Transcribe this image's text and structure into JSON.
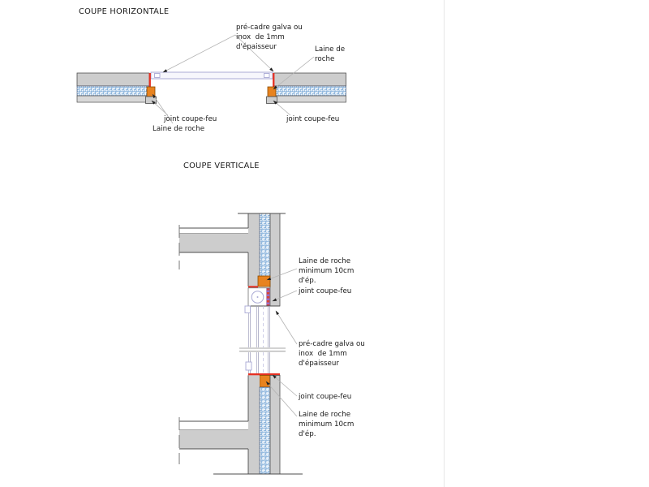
{
  "page": {
    "background": "#ffffff"
  },
  "colors": {
    "wall_gray": "#cdcdcd",
    "wall_outline": "#4d4d4d",
    "insulation_blue": "#6b9fd2",
    "rockwool_orange": "#e8831f",
    "rockwool_outline": "#8a4a00",
    "fire_joint_red": "#e63022",
    "frame_lavender": "#a9a9d4",
    "sealant_red": "#d94436",
    "sealant_purple": "#9a6bc9"
  },
  "horizontal_section": {
    "title": "COUPE HORIZONTALE",
    "labels": {
      "precadre_line1": "pré-cadre galva ou",
      "precadre_line2": "inox  de 1mm",
      "precadre_line3": "d'épaisseur",
      "laine_right_line1": "Laine de",
      "laine_right_line2": "roche",
      "joint_left": "joint coupe-feu",
      "laine_left": "Laine de roche",
      "joint_right": "joint coupe-feu"
    }
  },
  "vertical_section": {
    "title": "COUPE VERTICALE",
    "labels": {
      "laine_top_line1": "Laine de roche",
      "laine_top_line2": "minimum 10cm",
      "laine_top_line3": "d'ép.",
      "joint_top": "joint coupe-feu",
      "precadre_line1": "pré-cadre galva ou",
      "precadre_line2": "inox  de 1mm",
      "precadre_line3": "d'épaisseur",
      "joint_bottom": "joint coupe-feu",
      "laine_bottom_line1": "Laine de roche",
      "laine_bottom_line2": "minimum 10cm",
      "laine_bottom_line3": "d'ép."
    }
  }
}
